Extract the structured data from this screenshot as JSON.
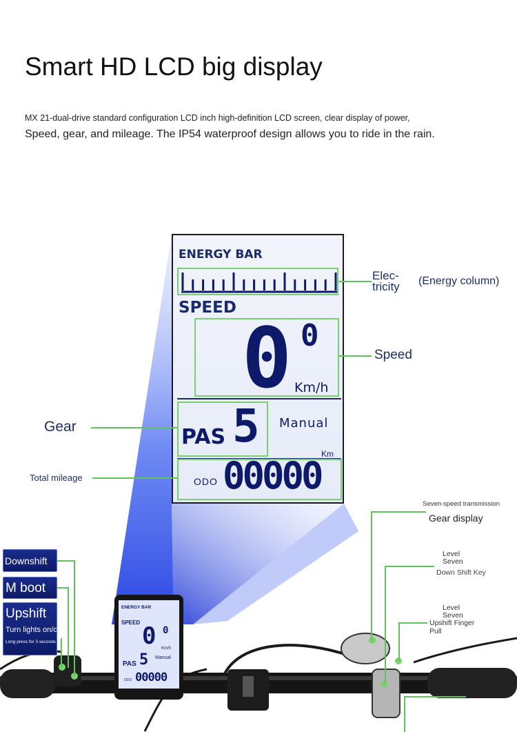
{
  "header": {
    "title": "Smart HD LCD big display",
    "line1": "MX 21-dual-drive standard configuration LCD inch high-definition LCD screen, clear display of power,",
    "line2": "Speed, gear, and mileage. The IP54 waterproof design allows you to ride in the rain."
  },
  "lcd": {
    "energy_label": "ENERGY BAR",
    "speed_label": "SPEED",
    "speed_value": "0",
    "speed_decimal": "0",
    "speed_unit": "Km/h",
    "pas_label": "PAS",
    "pas_value": "5",
    "mode": "Manual",
    "km_label": "Km",
    "odo_label": "ODO",
    "odo_value": "00000"
  },
  "callouts": {
    "electricity_line1": "Elec-",
    "electricity_line2": "tricity",
    "energy_column": "(Energy column)",
    "speed": "Speed",
    "gear": "Gear",
    "total_mileage": "Total mileage"
  },
  "buttons": {
    "downshift": "Downshift",
    "m_boot": "M boot",
    "upshift": "Upshift",
    "turn_lights": "Turn lights on/off",
    "long_press": "Long press for 3 seconds"
  },
  "shifter": {
    "seven_speed": "Seven-speed transmission",
    "gear_display": "Gear display",
    "level_down_1": "Level",
    "level_down_2": "Seven",
    "down_shift_key": "Down Shift Key",
    "level_up_1": "Level",
    "level_up_2": "Seven",
    "upshift_1": "Upshift Finger",
    "upshift_2": "Pull"
  },
  "photo_lcd": {
    "energy": "ENERGY BAR",
    "speed": "SPEED",
    "speed_value": "0",
    "speed_decimal": "0",
    "unit": "Km/h",
    "pas": "PAS",
    "pas_value": "5",
    "mode": "Manual",
    "odo": "ODO",
    "odo_value": "00000"
  },
  "colors": {
    "callout_green": "#5cc45a",
    "lcd_text": "#0d1a6a",
    "beam_blue": "#2f4fe0",
    "button_blue": "#1a2c8c"
  }
}
